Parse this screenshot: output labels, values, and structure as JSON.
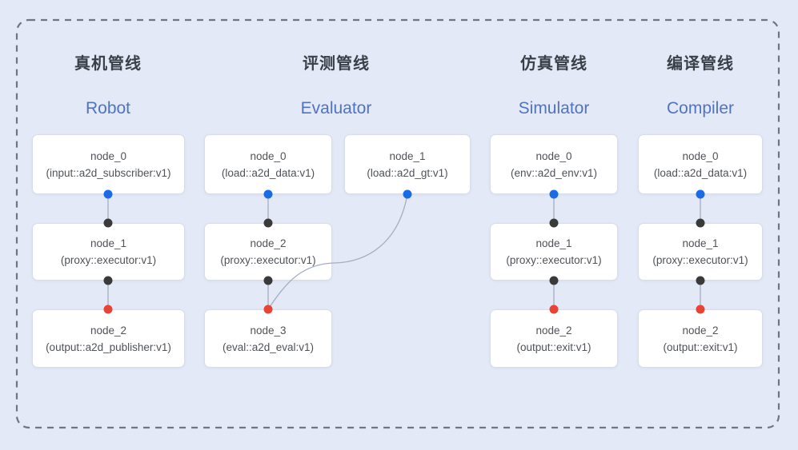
{
  "canvas": {
    "background": "#e3e9f7",
    "frame_border_color": "#70757f"
  },
  "colors": {
    "port_output": "#1a6ce5",
    "port_mid": "#3a3a3a",
    "port_final": "#e84335",
    "edge": "#a4aec2",
    "title_en": "#4f74c2"
  },
  "pipelines": [
    {
      "title_zh": "真机管线",
      "title_en": "Robot",
      "nodes": [
        {
          "name": "node_0",
          "impl": "(input::a2d_subscriber:v1)"
        },
        {
          "name": "node_1",
          "impl": "(proxy::executor:v1)"
        },
        {
          "name": "node_2",
          "impl": "(output::a2d_publisher:v1)"
        }
      ]
    },
    {
      "title_zh": "评测管线",
      "title_en": "Evaluator",
      "nodes": [
        {
          "name": "node_0",
          "impl": "(load::a2d_data:v1)"
        },
        {
          "name": "node_1",
          "impl": "(load::a2d_gt:v1)"
        },
        {
          "name": "node_2",
          "impl": "(proxy::executor:v1)"
        },
        {
          "name": "node_3",
          "impl": "(eval::a2d_eval:v1)"
        }
      ]
    },
    {
      "title_zh": "仿真管线",
      "title_en": "Simulator",
      "nodes": [
        {
          "name": "node_0",
          "impl": "(env::a2d_env:v1)"
        },
        {
          "name": "node_1",
          "impl": "(proxy::executor:v1)"
        },
        {
          "name": "node_2",
          "impl": "(output::exit:v1)"
        }
      ]
    },
    {
      "title_zh": "编译管线",
      "title_en": "Compiler",
      "nodes": [
        {
          "name": "node_0",
          "impl": "(load::a2d_data:v1)"
        },
        {
          "name": "node_1",
          "impl": "(proxy::executor:v1)"
        },
        {
          "name": "node_2",
          "impl": "(output::exit:v1)"
        }
      ]
    }
  ]
}
